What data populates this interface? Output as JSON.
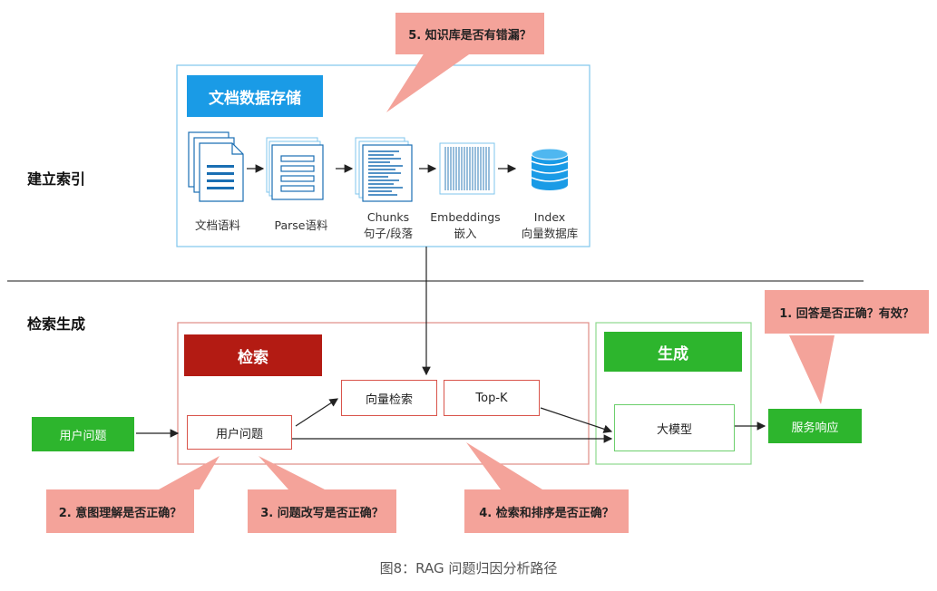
{
  "sections": {
    "index": "建立索引",
    "retrieval_generation": "检索生成"
  },
  "storage": {
    "title": "文档数据存储",
    "steps": [
      {
        "line1": "文档语料",
        "line2": ""
      },
      {
        "line1": "Parse语料",
        "line2": ""
      },
      {
        "line1": "Chunks",
        "line2": "句子/段落"
      },
      {
        "line1": "Embeddings",
        "line2": "嵌入"
      },
      {
        "line1": "Index",
        "line2": "向量数据库"
      }
    ]
  },
  "retrieval": {
    "title": "检索",
    "user_question": "用户问题",
    "vector_search": "向量检索",
    "topk": "Top-K"
  },
  "generation": {
    "title": "生成",
    "llm": "大模型"
  },
  "input_label": "用户问题",
  "output_label": "服务响应",
  "callouts": {
    "c1": "1. 回答是否正确？有效？",
    "c2": "2. 意图理解是否正确？",
    "c3": "3. 问题改写是否正确？",
    "c4": "4. 检索和排序是否正确？",
    "c5": "5. 知识库是否有错漏？"
  },
  "caption": "图8：RAG 问题归因分析路径",
  "colors": {
    "blue": "#1a9be6",
    "red": "#b31b13",
    "green": "#2db52d",
    "callout": "#f4a39a"
  }
}
